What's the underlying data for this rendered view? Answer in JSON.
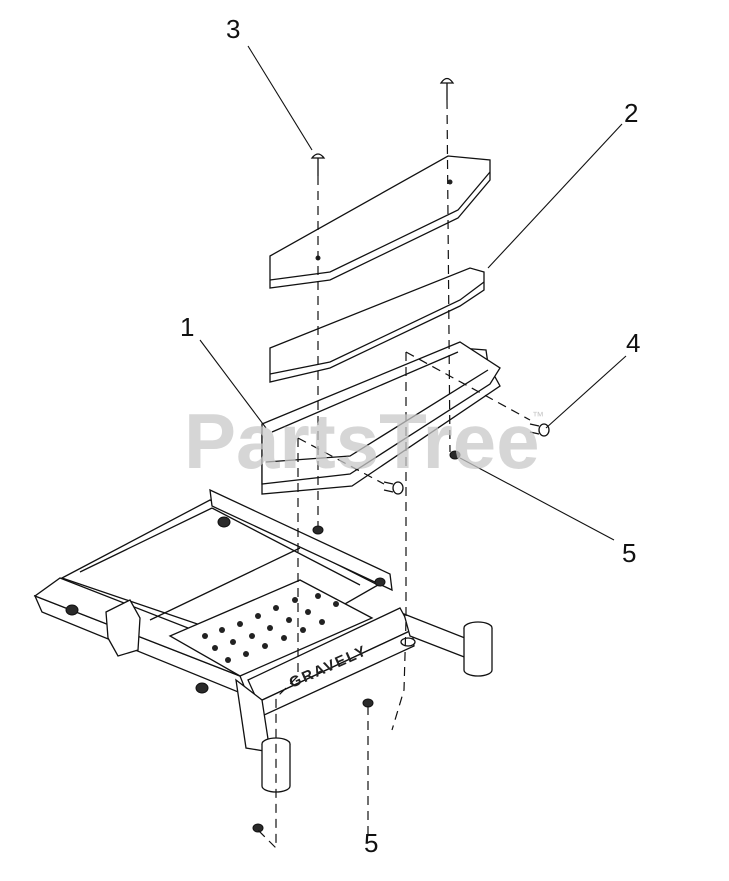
{
  "diagram": {
    "watermark": "PartsTree",
    "watermark_mark": "™",
    "brand_text": "GRAVELY",
    "callouts": [
      {
        "id": "c3",
        "label": "3"
      },
      {
        "id": "c2",
        "label": "2"
      },
      {
        "id": "c1",
        "label": "1"
      },
      {
        "id": "c4",
        "label": "4"
      },
      {
        "id": "c5a",
        "label": "5"
      },
      {
        "id": "c5b",
        "label": "5"
      }
    ]
  }
}
